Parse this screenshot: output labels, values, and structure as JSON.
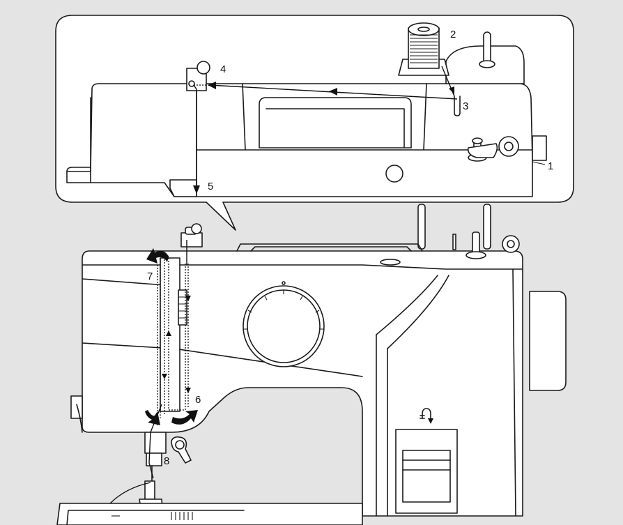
{
  "labels": {
    "l1": "1",
    "l2": "2",
    "l3": "3",
    "l4": "4",
    "l5": "5",
    "l6": "6",
    "l7": "7",
    "l8": "8"
  },
  "colors": {
    "background": "#e4e4e4",
    "line": "#1a1a1a",
    "fill": "#ffffff"
  },
  "icons": {
    "stitch_symbol": "loop-arrow-icon"
  }
}
